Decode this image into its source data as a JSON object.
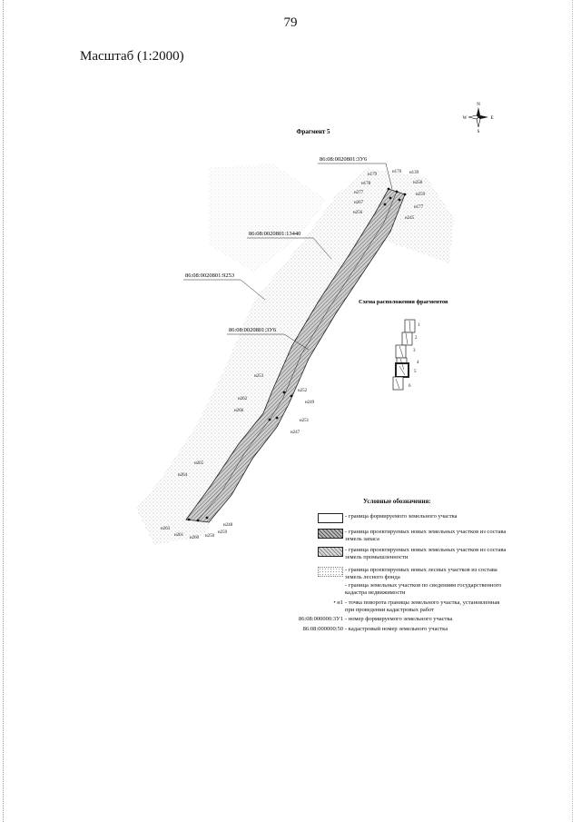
{
  "page_number": "79",
  "scale": "Масштаб (1:2000)",
  "compass": {
    "n": "N",
    "s": "S",
    "w": "W",
    "e": "E"
  },
  "fragment_title": "Фрагмент 5",
  "parcel_labels": [
    "86:08:0020801:3У6",
    "86:08:0020801:13440",
    "86:08:0020801:9253",
    "86:08:0020801:3У6"
  ],
  "point_labels": [
    "н179",
    "н176",
    "н139",
    "н178",
    "н258",
    "н277",
    "н259",
    "н267",
    "н177",
    "н256",
    "н245",
    "н253",
    "н252",
    "н262",
    "н249",
    "н266",
    "н251",
    "н247",
    "н265",
    "н264",
    "н263",
    "н261",
    "н260",
    "н250",
    "н248",
    "н259"
  ],
  "inset": {
    "title": "Схема расположения фрагментов",
    "fragments": [
      "1",
      "2",
      "3",
      "4",
      "5",
      "6"
    ],
    "highlighted_fragment": "5"
  },
  "legend": {
    "title": "Условные обозначения:",
    "items": [
      {
        "swatch": "plain",
        "text": "- граница формируемого земельного участка"
      },
      {
        "swatch": "dark",
        "text": "- граница проектируемых новых земельных участков из состава земель запаса"
      },
      {
        "swatch": "mid",
        "text": "- граница проектируемых новых земельных участков из состава земель промышленности"
      },
      {
        "swatch": "dot",
        "text": "- граница проектируемых новых лесных участков из состава земель лесного фонда"
      },
      {
        "swatch": "none",
        "text": "- граница земельных участков по сведениям государственного кадастра недвижимости"
      },
      {
        "key": "• н1",
        "text": "- точка поворота границы земельного участка, установленная при проведении кадастровых работ"
      },
      {
        "key": "86:08:000000:3У1",
        "text": "- номер формируемого земельного участка"
      },
      {
        "key": "86:08:000000:50",
        "text": "- кадастровый номер земельного участка"
      }
    ]
  }
}
